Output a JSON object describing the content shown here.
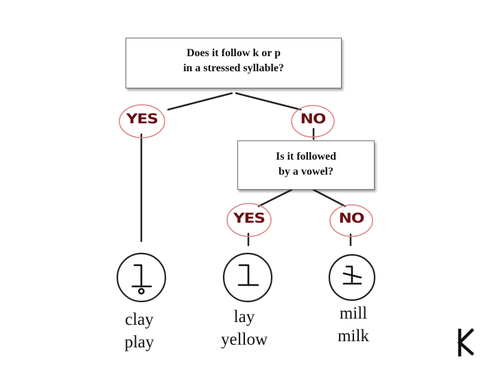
{
  "question1": {
    "line1": "Does it follow k or p",
    "line2": "in a stressed syllable?"
  },
  "question2": {
    "line1": "Is it followed",
    "line2": "by a vowel?"
  },
  "answers": {
    "yes": "YES",
    "no": "NO"
  },
  "outcomes": {
    "left": {
      "word1": "clay",
      "word2": "play"
    },
    "middle": {
      "word1": "lay",
      "word2": "yellow"
    },
    "right": {
      "word1": "mill",
      "word2": "milk"
    }
  },
  "colors": {
    "answer_text": "#6b0f14",
    "answer_circle": "#d98080",
    "lines": "#222222"
  },
  "icons": [
    "rune-c-with-descender-circle-icon",
    "rune-l-circle-icon",
    "rune-l-crossed-circle-icon",
    "rune-kaun-icon"
  ]
}
